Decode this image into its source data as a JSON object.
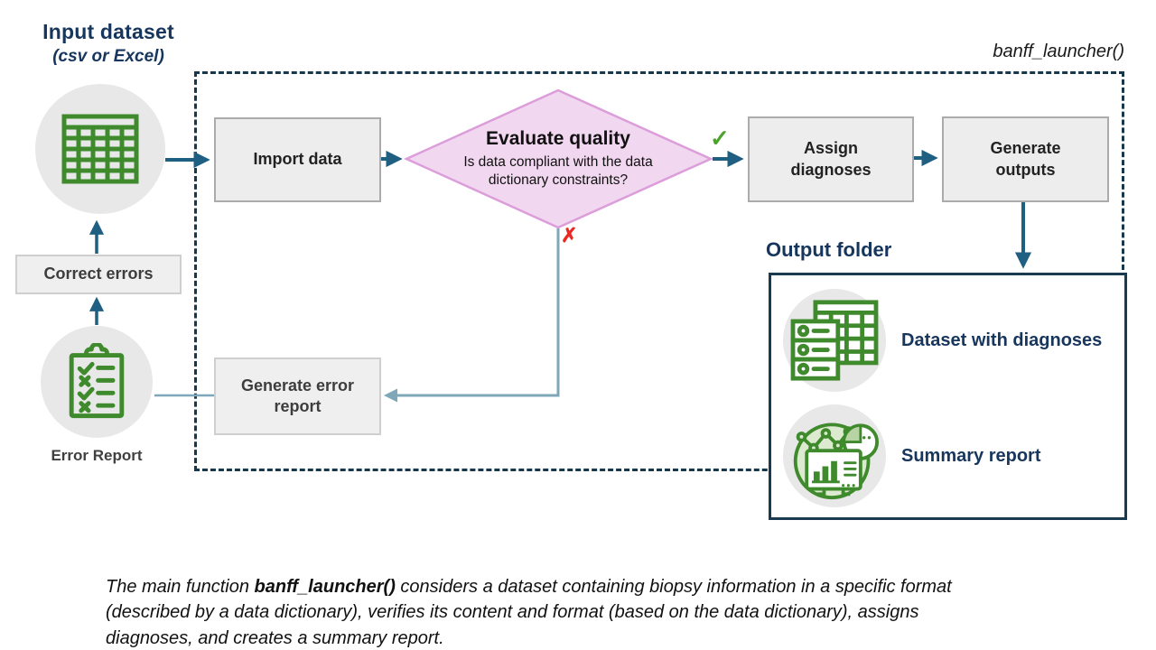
{
  "input": {
    "title": "Input dataset",
    "subtitle": "(csv or Excel)",
    "icon": "spreadsheet-table-icon"
  },
  "function_label": "banff_launcher()",
  "flow": {
    "import_data": "Import data",
    "decision": {
      "title": "Evaluate quality",
      "question": "Is data compliant with the data dictionary constraints?",
      "yes_mark": "✓",
      "no_mark": "✗"
    },
    "assign_diagnoses": "Assign diagnoses",
    "generate_outputs": "Generate outputs",
    "generate_error_report": "Generate error report",
    "correct_errors": "Correct errors"
  },
  "error_report": {
    "label": "Error Report",
    "icon": "clipboard-checklist-icon"
  },
  "output_folder": {
    "title": "Output folder",
    "items": [
      {
        "label": "Dataset with diagnoses",
        "icon": "dataset-table-icon"
      },
      {
        "label": "Summary report",
        "icon": "summary-chart-icon"
      }
    ]
  },
  "caption": {
    "prefix": "The main function ",
    "bold": "banff_launcher()",
    "suffix": " considers a dataset containing biopsy information in a specific format (described by a data dictionary), verifies its content and format (based on the data dictionary), assigns diagnoses, and creates a summary report."
  },
  "colors": {
    "navy_text": "#17365d",
    "dashed_border": "#17374d",
    "arrow_teal": "#1f5f82",
    "line_steel": "#7ea7ba",
    "diamond_fill": "#f1d7ef",
    "diamond_border": "#dc9edb",
    "icon_green": "#3f8a2c",
    "check_green": "#4ba32e",
    "cross_red": "#e92a24",
    "box_fill": "#ededed",
    "box_border": "#ababab",
    "circle_fill": "#e8e8e8"
  }
}
